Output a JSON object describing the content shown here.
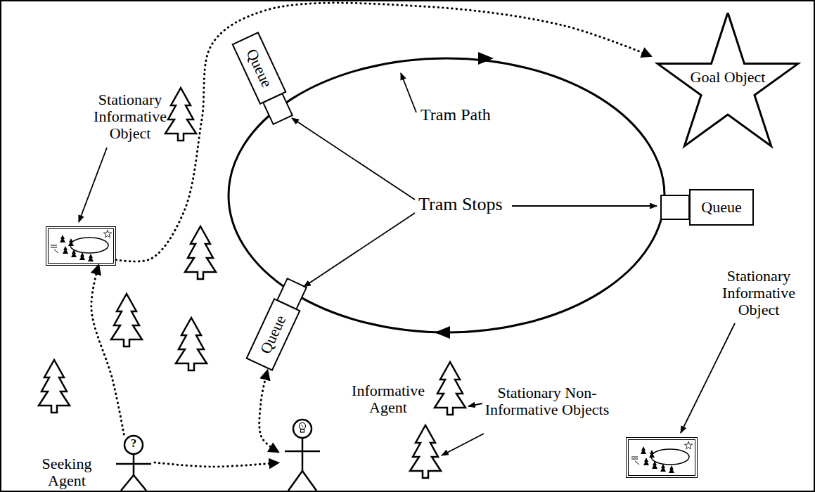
{
  "diagram": {
    "nodes": [
      {
        "text": [
          "Queue"
        ]
      },
      {
        "text": [
          "Queue"
        ]
      },
      {
        "text": [
          "Queue"
        ]
      },
      {
        "text": [
          "Goal Object"
        ]
      },
      {
        "text": [
          "Stationary Informative Object"
        ]
      },
      {
        "text": [
          "Stationary Informative Object"
        ]
      },
      {
        "text": [
          "Seeking Agent"
        ]
      },
      {
        "text": [
          "Informative Agent"
        ]
      }
    ],
    "edges": [
      {
        "from": 6,
        "to": 4,
        "arrow": "to"
      },
      {
        "from": 6,
        "to": 7,
        "arrow": "to"
      },
      {
        "from": 7,
        "to": 2,
        "arrow": "both"
      },
      {
        "from": 4,
        "to": 3,
        "arrow": "to"
      }
    ],
    "labels": [
      "Tram Path",
      "Tram Stops",
      "Stationary Non-Informative Objects",
      "?"
    ]
  }
}
